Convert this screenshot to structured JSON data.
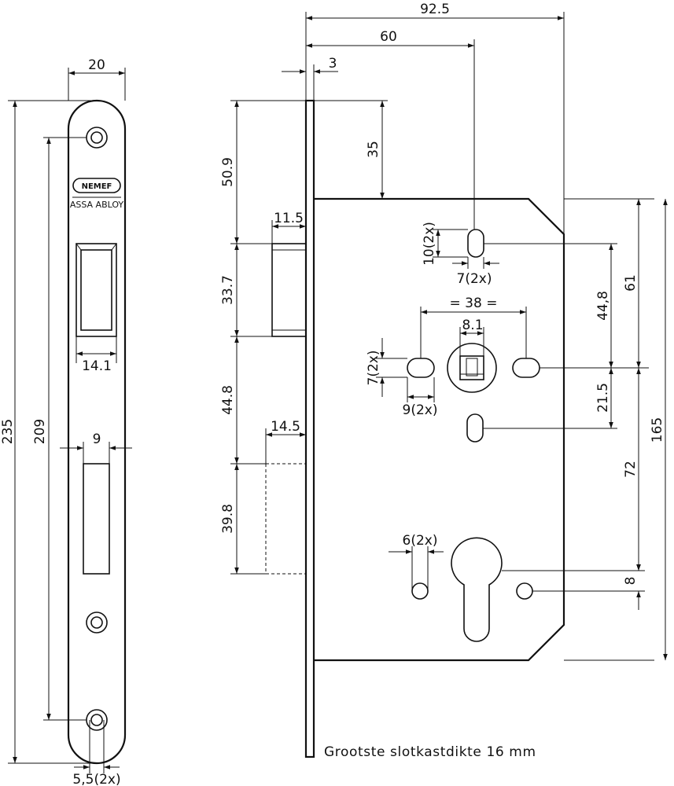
{
  "faceplate": {
    "dims": {
      "width": "20",
      "height_total": "235",
      "hole_pitch": "209",
      "latch_width": "14.1",
      "bolt_width": "9",
      "hole_dia": "5,5(2x)"
    },
    "logo_brand": "NEMEF",
    "logo_group": "ASSA ABLOY"
  },
  "lock_case": {
    "dims": {
      "width_total": "92.5",
      "backset": "60",
      "forend_thickness": "3",
      "top_offset": "35",
      "forend_to_latch": "50.9",
      "latch_throw": "11.5",
      "latch_height": "33.7",
      "latch_to_bolt": "44.8",
      "bolt_throw": "14.5",
      "bolt_height": "39.8",
      "slot_height": "10(2x)",
      "slot_width": "7(2x)",
      "fixing_pitch": "= 38 =",
      "spindle": "8.1",
      "side_slot_height": "7(2x)",
      "side_slot_width": "9(2x)",
      "cyl_hole_dia": "6(2x)",
      "right_61": "61",
      "right_44_8": "44,8",
      "right_21_5": "21.5",
      "right_72": "72",
      "right_165": "165",
      "right_8": "8"
    },
    "note": "Grootste slotkastdikte 16 mm"
  }
}
